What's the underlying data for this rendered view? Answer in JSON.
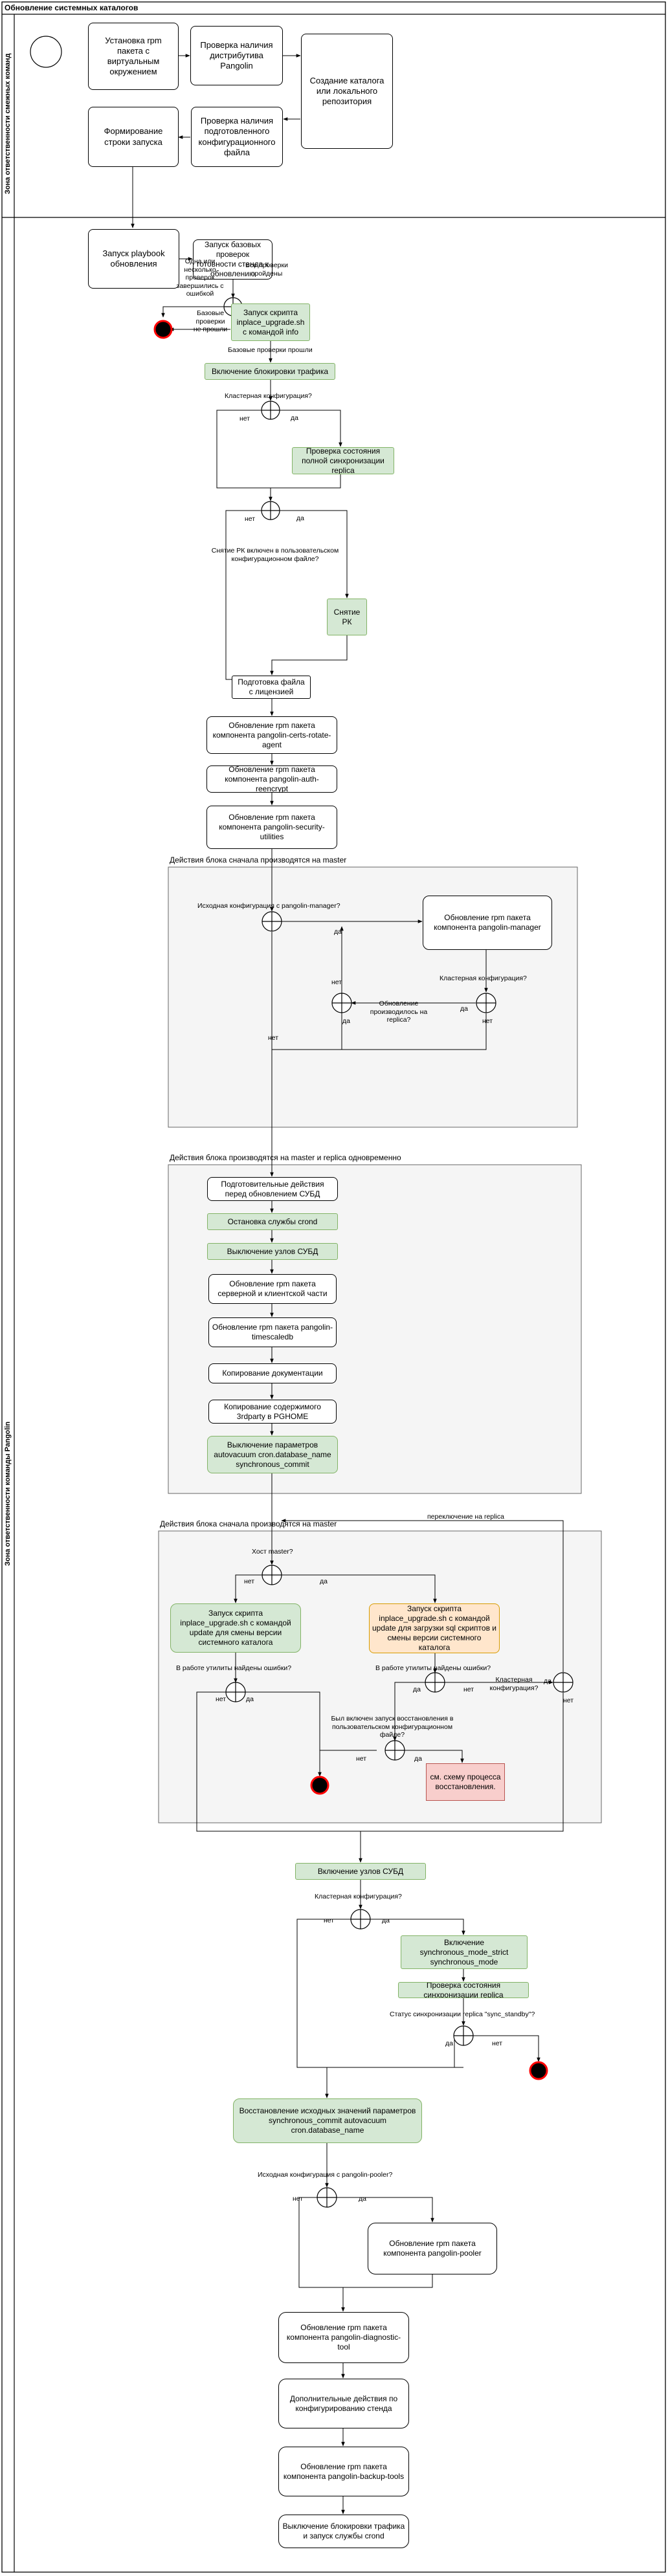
{
  "pool": {
    "title": "Обновление системных каталогов"
  },
  "lanes": [
    {
      "label": "Зона ответственности смежных команд"
    },
    {
      "label": "Зона ответственности команды Pangolin"
    }
  ],
  "groups": {
    "g1": "Действия блока сначала производятся на master",
    "g2": "Действия блока производятся на master и replica одновременно",
    "g3": "Действия блока сначала производятся на master"
  },
  "tasks": {
    "install_rpm": "Установка rpm пакета с виртуальным окружением",
    "check_distro": "Проверка наличия дистрибутива Pangolin",
    "create_repo": "Создание каталога или локального репозитория",
    "form_cmd": "Формирование строки запуска",
    "check_config": "Проверка наличия подготовленного конфигурационного файла",
    "run_playbook": "Запуск playbook обновления",
    "base_checks": "Запуск базовых проверок готовности стенда к обновлению",
    "run_info": "Запуск скрипта inplace_upgrade.sh с командой info",
    "block_traffic": "Включение блокировки трафика",
    "check_sync": "Проверка состояния полной синхронизации replica",
    "remove_rk": "Снятие РК",
    "prep_license": "Подготовка файла с лицензией",
    "upd_certs": "Обновление rpm пакета компонента pangolin-certs-rotate-agent",
    "upd_auth": "Обновление rpm пакета компонента pangolin-auth-reencrypt",
    "upd_secutil": "Обновление rpm пакета компонента pangolin-security-utilities",
    "upd_manager": "Обновление rpm пакета компонента pangolin-manager",
    "prep_dbms": "Подготовительные действия перед обновлением СУБД",
    "stop_crond": "Остановка службы crond",
    "node_off": "Выключение узлов СУБД",
    "upd_server": "Обновление rpm пакета серверной и клиентской части",
    "upd_timescale": "Обновление rpm пакета pangolin-timescaledb",
    "copy_docs": "Копирование документации",
    "copy_3rd": "Копирование содержимого 3rdparty в PGHOME",
    "disable_params": "Выключение параметров autovacuum cron.database_name synchronous_commit",
    "run_update_master": "Запуск скрипта inplace_upgrade.sh с командой update для смены версии системного каталога",
    "run_update_replica": "Запуск скрипта inplace_upgrade.sh с командой update для загрузки sql скриптов и смены версии системного каталога",
    "see_recovery": "см. схему процесса восстановления.",
    "node_on": "Включение узлов СУБД",
    "enable_sync": "Включение synchronous_mode_strict synchronous_mode",
    "check_replica_sync": "Проверка состояния синхронизации replica",
    "restore_params": "Восстановление исходных значений параметров synchronous_commit autovacuum cron.database_name",
    "upd_pooler": "Обновление rpm пакета компонента pangolin-pooler",
    "upd_diag": "Обновление rpm пакета компонента pangolin-diagnostic-tool",
    "extra_config": "Дополнительные действия по конфигурированию стенда",
    "upd_backup": "Обновление rpm пакета компонента pangolin-backup-tools",
    "unblock": "Выключение блокировки трафика и запуск службы crond"
  },
  "labels": {
    "one_or_more": "Одна или несколько проверок завершились с ошибкой",
    "all_passed": "Все проверки пройдены",
    "base_not_passed": "Базовые проверки не прошли",
    "base_passed": "Базовые проверки прошли",
    "cluster_q": "Кластерная конфигурация?",
    "no": "нет",
    "yes": "да",
    "rk_q": "Снятие РК включен в пользовательском конфигурационном файле?",
    "init_manager_q": "Исходная конфигурация с pangolin-manager?",
    "done_replica_q": "Обновление производилось на replica?",
    "switch_replica": "переключение на replica",
    "host_master_q": "Хост master?",
    "util_err_q": "В работе утилиты найдены ошибки?",
    "restore_q": "Был включен запуск восстановления в пользовательском конфигурационном файле?",
    "sync_status_q": "Статус синхронизации replica \"sync_standby\"?",
    "init_pooler_q": "Исходная конфигурация с pangolin-pooler?"
  }
}
